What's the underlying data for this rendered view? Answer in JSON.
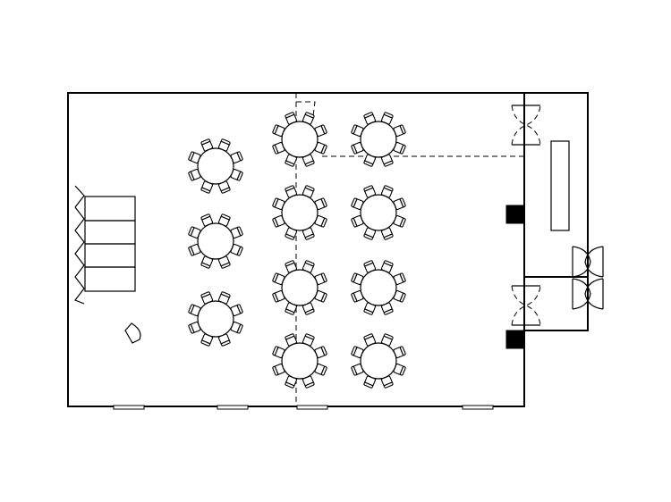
{
  "floor_plan": {
    "layout_style": "banquet rounds",
    "round_tables": {
      "count": 11,
      "chairs_per_table": 8
    },
    "rectangular_tables": {
      "count": 5
    },
    "entrance_doors": {
      "count": 2,
      "style": "double door"
    },
    "wall_doors_dashed": {
      "count": 2
    },
    "columns": {
      "count": 2,
      "color": "#000000"
    },
    "line_color": "#000000",
    "background": "#ffffff"
  }
}
